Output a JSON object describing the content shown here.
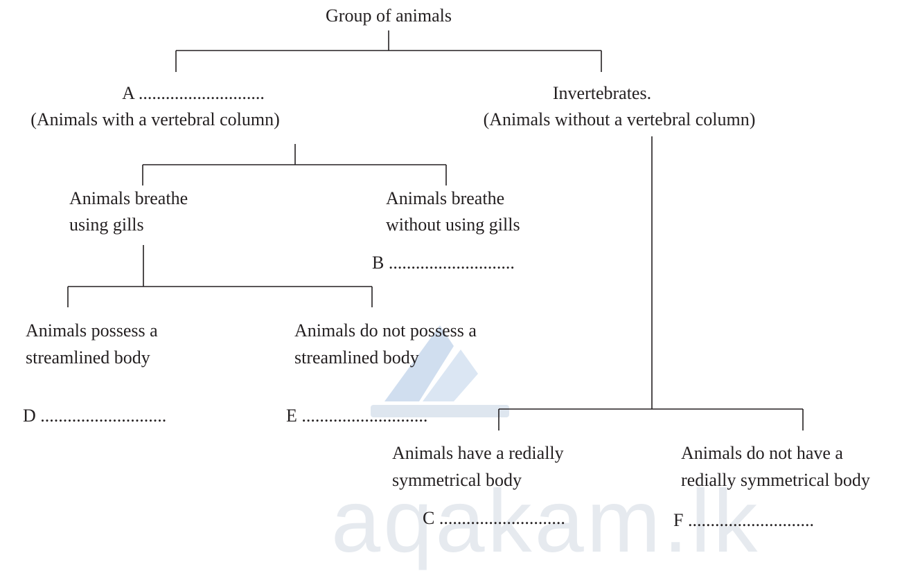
{
  "root": {
    "title": "Group of animals"
  },
  "vertebrates": {
    "label": "A ............................",
    "description": "(Animals with a vertebral column)"
  },
  "invertebrates": {
    "label": "Invertebrates.",
    "description": "(Animals without a vertebral column)"
  },
  "gills": {
    "line1": "Animals breathe",
    "line2": "using gills"
  },
  "no_gills": {
    "line1": "Animals breathe",
    "line2": "without using gills",
    "answer": "B ............................"
  },
  "streamlined": {
    "line1": "Animals possess a",
    "line2": "streamlined body",
    "answer": "D ............................"
  },
  "not_streamlined": {
    "line1": "Animals do not possess a",
    "line2": "streamlined body",
    "answer": "E ............................"
  },
  "radial": {
    "line1": "Animals have a redially",
    "line2": "symmetrical body",
    "answer": "C ............................"
  },
  "not_radial": {
    "line1": "Animals do not have a",
    "line2": "redially symmetrical body",
    "answer": "F ............................"
  },
  "watermark": {
    "text": "aqakam.lk"
  }
}
